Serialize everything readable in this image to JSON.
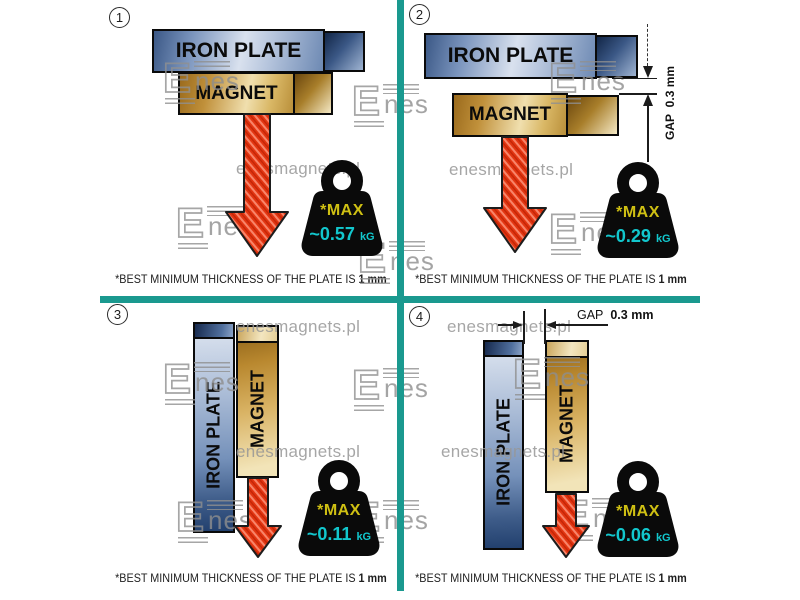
{
  "colors": {
    "divider": "#1a998f",
    "arrow-red": "#e23511",
    "max-yellow": "#cfc013",
    "value-cyan": "#12c7cd"
  },
  "watermark": {
    "logo_e": "E",
    "logo_nes": "nes",
    "site": "enesmagnets.pl"
  },
  "footer_note": {
    "prefix": "*BEST MINIMUM THICKNESS OF THE PLATE IS ",
    "bold": "1 mm"
  },
  "panels": [
    {
      "number": "1",
      "plate_label": "IRON PLATE",
      "magnet_label": "MAGNET",
      "weight": {
        "max_label": "*MAX",
        "value": "~0.57",
        "unit": "kG"
      }
    },
    {
      "number": "2",
      "plate_label": "IRON PLATE",
      "magnet_label": "MAGNET",
      "gap": {
        "label": "GAP",
        "value": "0.3 mm"
      },
      "weight": {
        "max_label": "*MAX",
        "value": "~0.29",
        "unit": "kG"
      }
    },
    {
      "number": "3",
      "plate_label": "IRON PLATE",
      "magnet_label": "MAGNET",
      "weight": {
        "max_label": "*MAX",
        "value": "~0.11",
        "unit": "kG"
      }
    },
    {
      "number": "4",
      "plate_label": "IRON PLATE",
      "magnet_label": "MAGNET",
      "gap": {
        "label": "GAP",
        "value": "0.3 mm"
      },
      "weight": {
        "max_label": "*MAX",
        "value": "~0.06",
        "unit": "kG"
      }
    }
  ]
}
